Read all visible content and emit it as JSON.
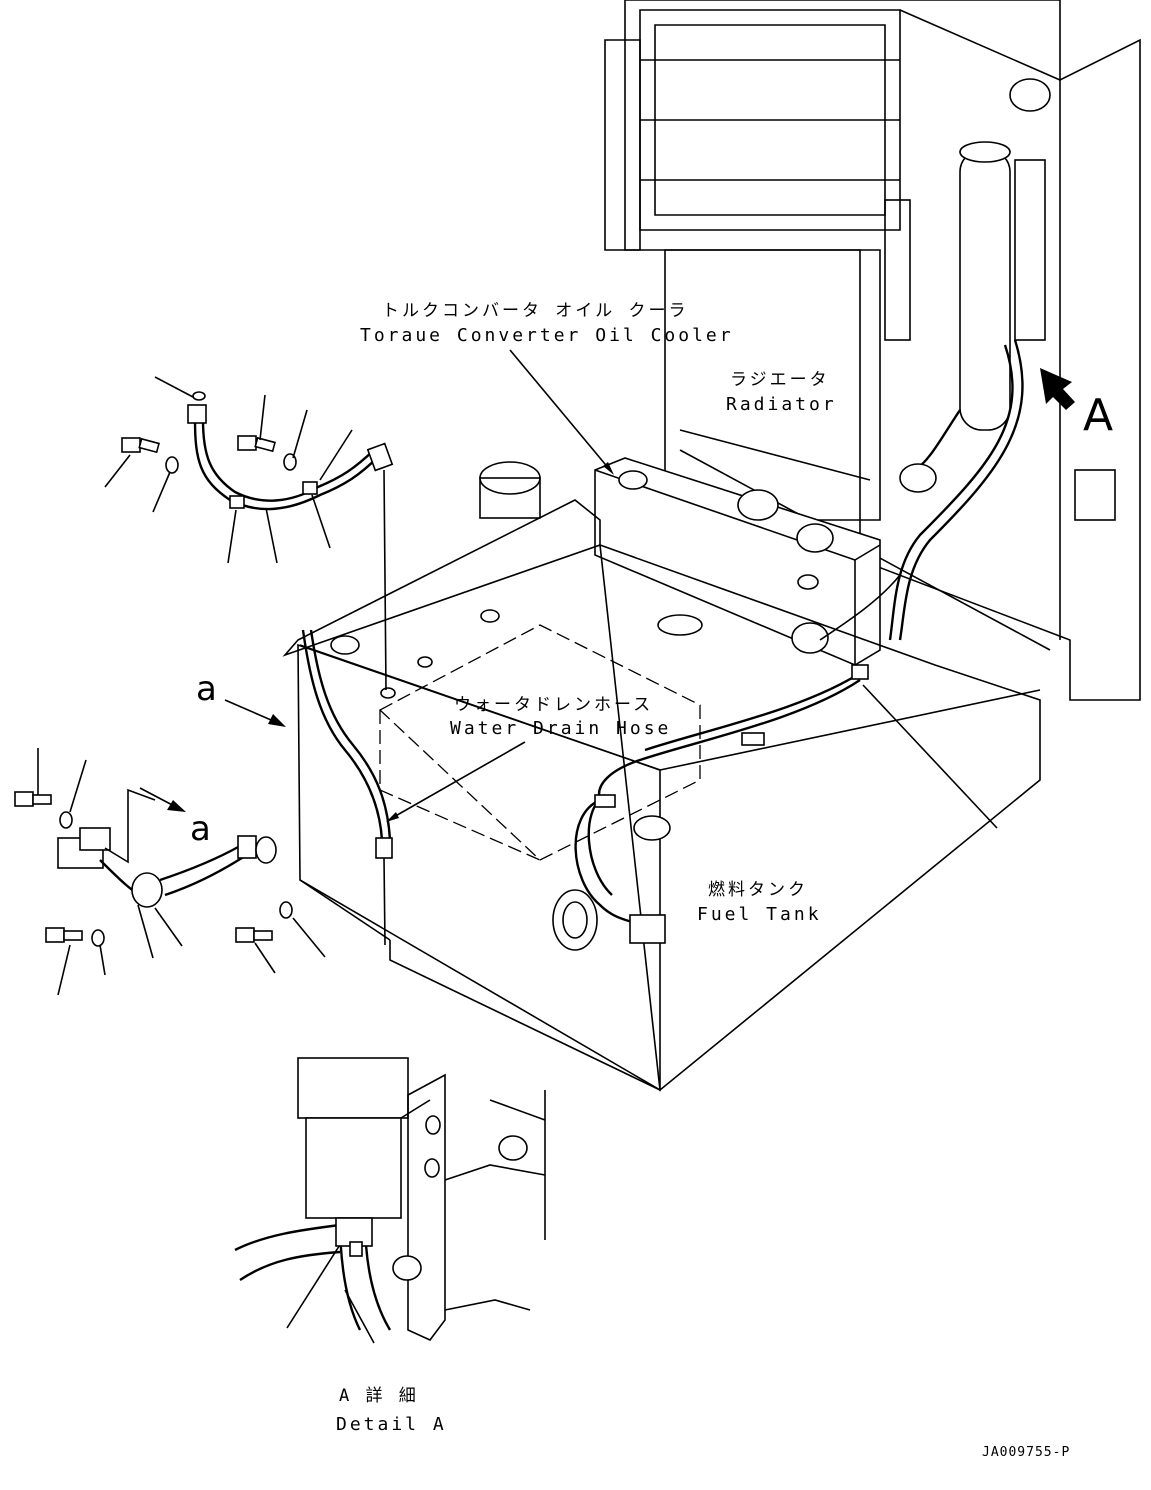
{
  "labels": {
    "torque_cooler_jp": "トルクコンバータ オイル クーラ",
    "torque_cooler_en": "Toraue Converter Oil Cooler",
    "radiator_jp": "ラジエータ",
    "radiator_en": "Radiator",
    "drain_hose_jp": "ウォータドレンホース",
    "drain_hose_en": "Water Drain Hose",
    "fuel_tank_jp": "燃料タンク",
    "fuel_tank_en": "Fuel Tank",
    "view_a_marker": "A",
    "view_small_a_1": "a",
    "view_small_a_2": "a",
    "detail_a_jp": "A 詳 細",
    "detail_a_en": "Detail A",
    "drawing_code": "JA009755-P"
  }
}
